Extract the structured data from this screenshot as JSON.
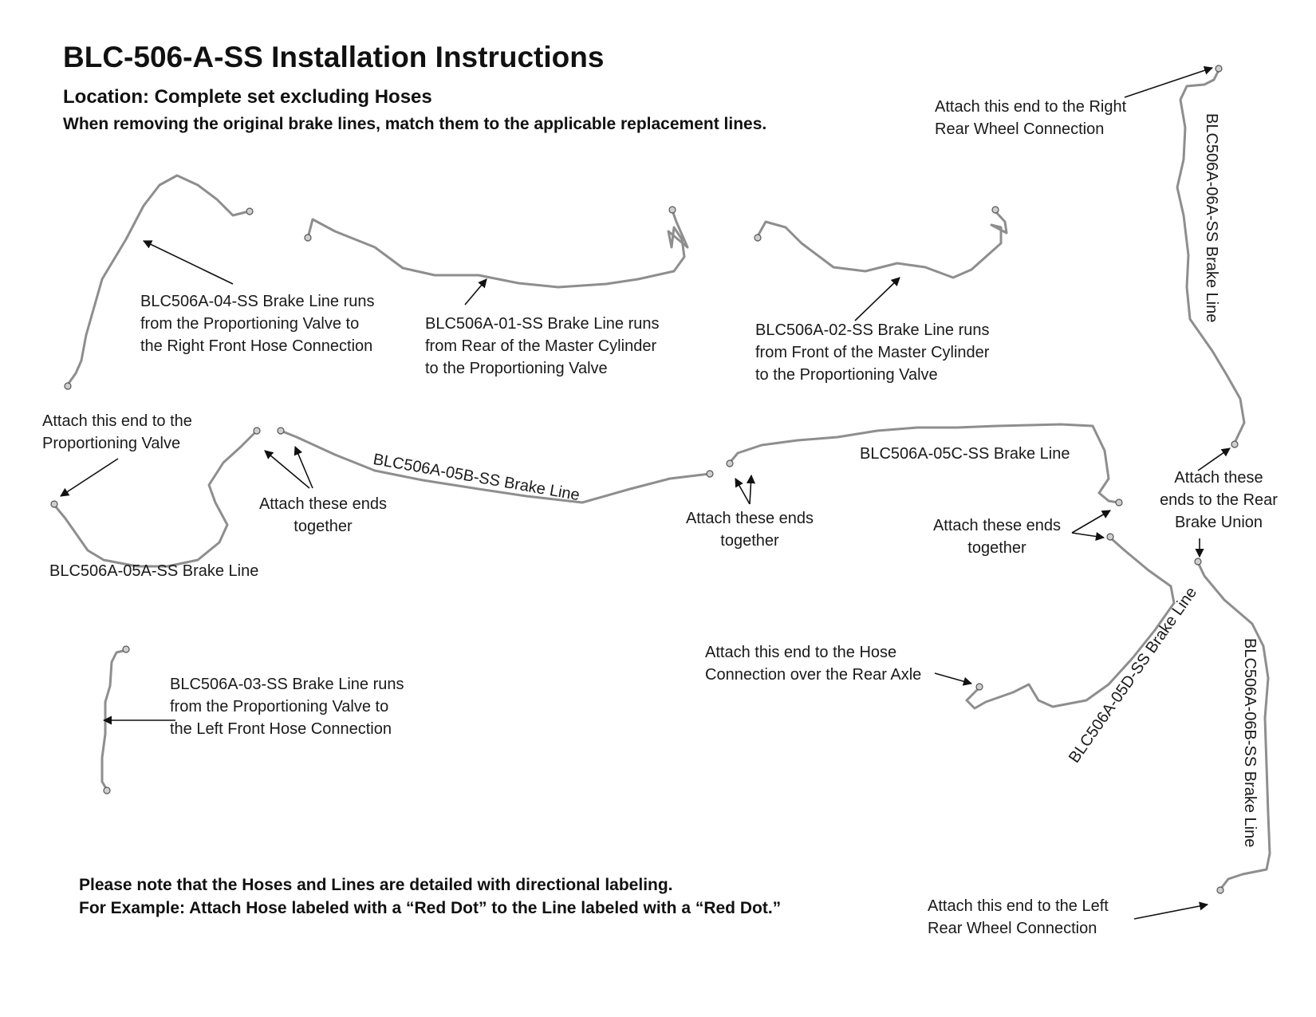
{
  "title": "BLC-506-A-SS Installation Instructions",
  "subtitle": "Location: Complete set excluding Hoses",
  "instruction": "When removing the original brake lines, match them to the applicable replacement lines.",
  "notes": {
    "line1": "Please note that the Hoses and Lines are detailed with directional labeling.",
    "line2": "For Example: Attach Hose labeled with a “Red Dot” to the Line labeled with a “Red Dot.”"
  },
  "labels": {
    "line04": [
      "BLC506A-04-SS Brake Line runs",
      "from the Proportioning Valve to",
      "the Right Front Hose Connection"
    ],
    "line01": [
      "BLC506A-01-SS Brake Line runs",
      "from Rear of the Master Cylinder",
      "to the Proportioning Valve"
    ],
    "line02": [
      "BLC506A-02-SS Brake Line runs",
      "from Front of the Master Cylinder",
      "to the Proportioning Valve"
    ],
    "right_rear": [
      "Attach this end to the Right",
      "Rear Wheel Connection"
    ],
    "line06a": "BLC506A-06A-SS Brake Line",
    "prop_valve": [
      "Attach this end to the",
      "Proportioning Valve"
    ],
    "together_1": [
      "Attach these ends",
      "together"
    ],
    "line05b": "BLC506A-05B-SS Brake Line",
    "together_2": [
      "Attach these ends",
      "together"
    ],
    "line05c": "BLC506A-05C-SS Brake Line",
    "together_3": [
      "Attach these ends",
      "together"
    ],
    "rear_union": [
      "Attach these",
      "ends to the Rear",
      "Brake Union"
    ],
    "line05a": "BLC506A-05A-SS Brake Line",
    "line03": [
      "BLC506A-03-SS Brake Line runs",
      "from the Proportioning Valve to",
      "the Left Front Hose Connection"
    ],
    "rear_axle": [
      "Attach this end to the Hose",
      "Connection over the Rear Axle"
    ],
    "line05d": "BLC506A-05D-SS Brake Line",
    "line06b": "BLC506A-06B-SS Brake Line",
    "left_rear": [
      "Attach this end to the Left",
      "Rear Wheel Connection"
    ]
  }
}
